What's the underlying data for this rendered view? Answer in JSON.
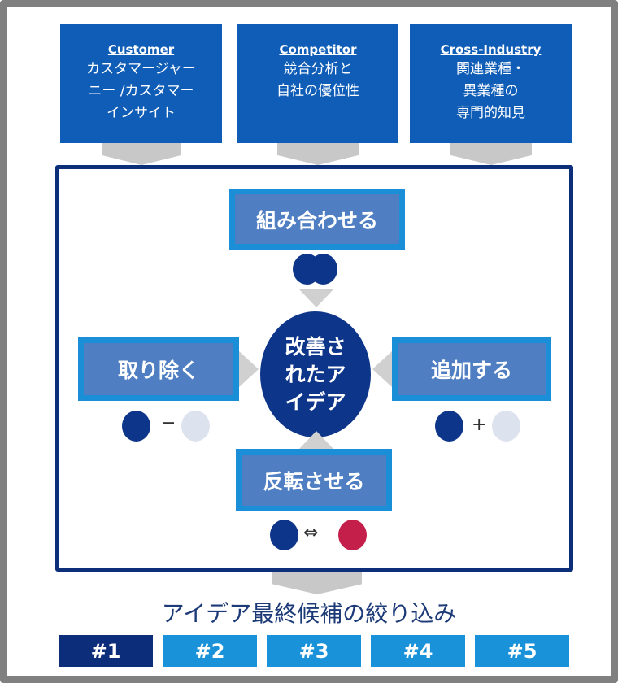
{
  "sources": [
    {
      "title": "Customer",
      "desc": "カスタマージャー\nニー /カスタマー\nインサイト"
    },
    {
      "title": "Competitor",
      "desc": "競合分析と\n自社の優位性"
    },
    {
      "title": "Cross-Industry",
      "desc": "関連業種・\n異業種の\n専門的知見"
    }
  ],
  "operations": {
    "combine": "組み合わせる",
    "remove": "取り除く",
    "add": "追加する",
    "reverse": "反転させる"
  },
  "symbols": {
    "minus": "−",
    "plus": "+",
    "swap": "⇔"
  },
  "center": "改善さ\nれたア\nイデア",
  "shortlist_title": "アイデア最終候補の絞り込み",
  "candidates": [
    "#1",
    "#2",
    "#3",
    "#4",
    "#5"
  ],
  "selected_candidate": "#1",
  "colors": {
    "source": "#0f5db6",
    "frame": "#0d2f7a",
    "op_fill": "#4f7fc2",
    "op_border": "#1a8fd8",
    "dark": "#0d3589",
    "light": "#dde3ee",
    "red": "#c41f4a",
    "candidate": "#1a92da",
    "candidate_active": "#0c2d7a"
  }
}
